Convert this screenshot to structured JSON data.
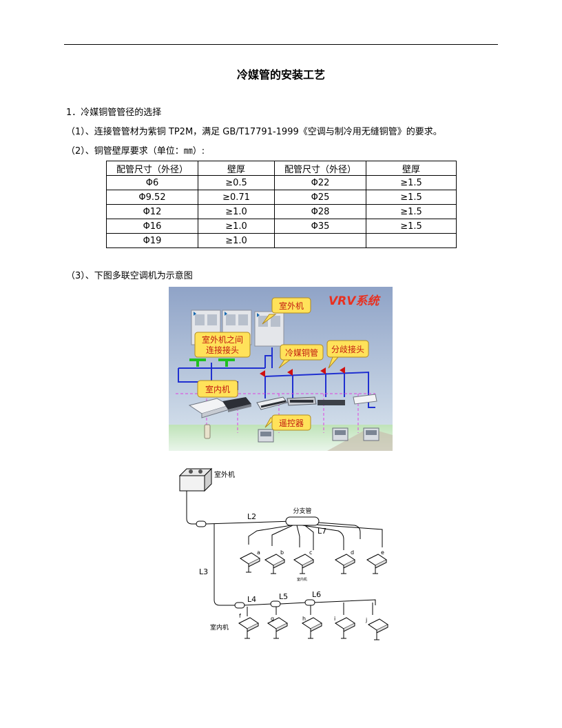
{
  "title": "冷媒管的安装工艺",
  "section1": "1．冷媒铜管管径的选择",
  "item1": "（1）、连接管管材为紫铜 TP2M，满足 GB/T17791-1999《空调与制冷用无缝铜管》的要求。",
  "item2": "（2）、铜管壁厚要求（单位：㎜）:",
  "table": {
    "headers": [
      "配管尺寸（外径）",
      "壁厚",
      "配管尺寸（外径）",
      "壁厚"
    ],
    "rows": [
      [
        "Φ6",
        "≥0.5",
        "Φ22",
        "≥1.5"
      ],
      [
        "Φ9.52",
        "≥0.71",
        "Φ25",
        "≥1.5"
      ],
      [
        "Φ12",
        "≥1.0",
        "Φ28",
        "≥1.5"
      ],
      [
        "Φ16",
        "≥1.0",
        "Φ35",
        "≥1.5"
      ],
      [
        "Φ19",
        "≥1.0",
        "",
        ""
      ]
    ]
  },
  "item3": "（3）、下图多联空调机为示意图",
  "vrv": {
    "logo": "VRV系统",
    "outdoor": "室外机",
    "connector": [
      "室外机之间",
      "连接接头"
    ],
    "refpipe": "冷媒铜管",
    "branch": "分歧接头",
    "indoor": "室内机",
    "remote": "遥控器"
  },
  "schematic": {
    "outdoor": "室外机",
    "header": "分支管",
    "indoor_bottom": "室内机",
    "indoor_small": "室内机",
    "L2": "L2",
    "L3": "L3",
    "L4": "L4",
    "L5": "L5",
    "L6": "L6",
    "L7": "L7",
    "a": "a",
    "b": "b",
    "c": "c",
    "d": "d",
    "e": "e",
    "f": "f",
    "g": "g",
    "h": "h",
    "i": "i",
    "j": "j"
  },
  "colors": {
    "pipe": "#1f2fd0",
    "callout_fill": "#ffe25a",
    "callout_text": "#c21a10",
    "branch_marker": "#d01010",
    "signal_line": "#e040e0",
    "sky_top": "#8fa3c7",
    "sky_bottom": "#d6e2ee"
  }
}
